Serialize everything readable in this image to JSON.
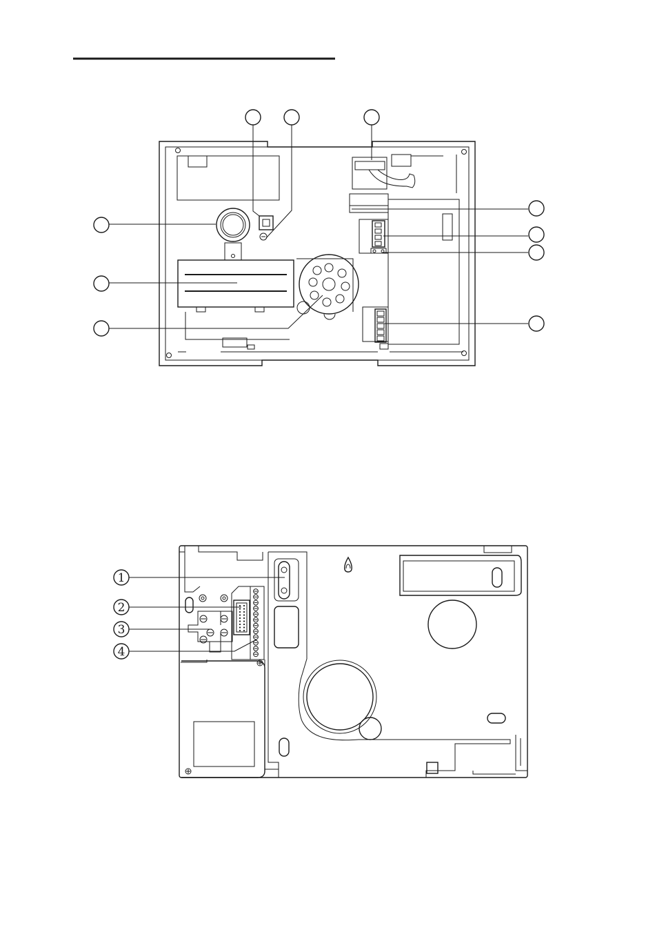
{
  "figure_top": {
    "callouts_top": [
      "",
      "",
      ""
    ],
    "callouts_left": [
      "",
      "",
      ""
    ],
    "callouts_right": [
      "",
      "",
      "",
      ""
    ]
  },
  "figure_bottom": {
    "callouts": [
      "1",
      "2",
      "3",
      "4"
    ]
  }
}
